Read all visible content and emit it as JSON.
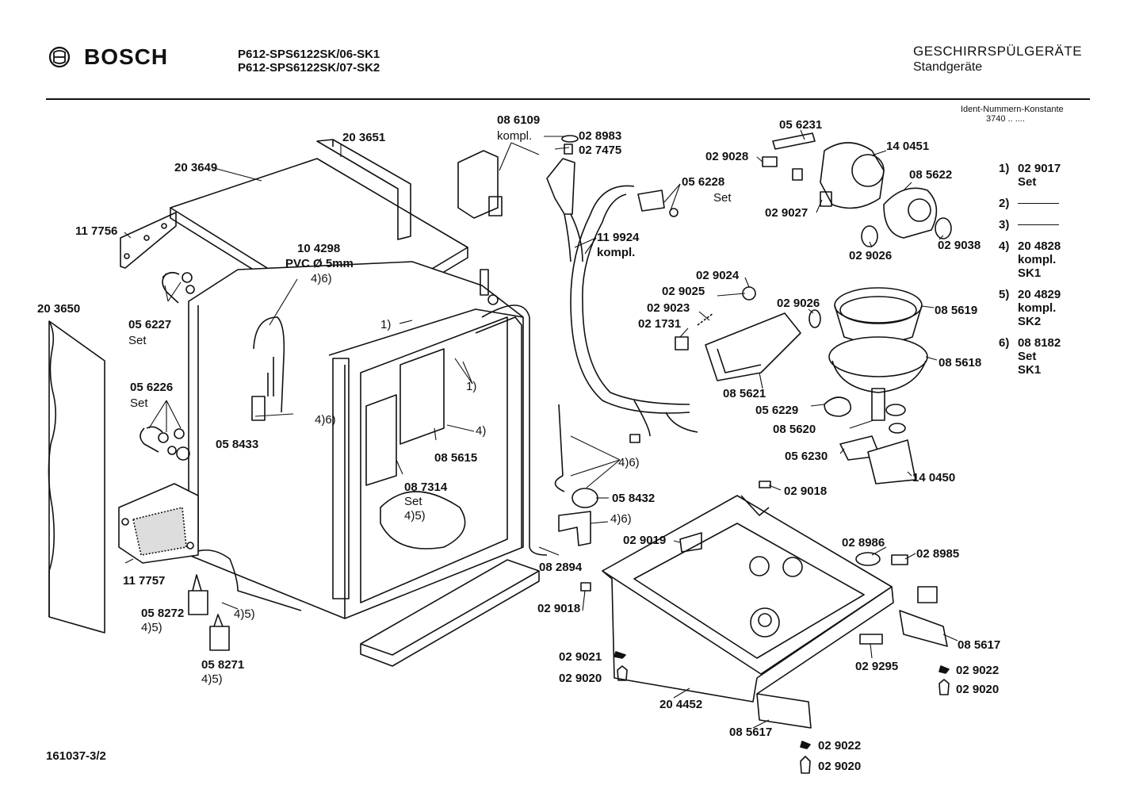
{
  "header": {
    "brand": "BOSCH",
    "models": [
      "P612-SPS6122SK/06-SK1",
      "P612-SPS6122SK/07-SK2"
    ],
    "category": "GESCHIRRSPÜLGERÄTE",
    "subcategory": "Standgeräte"
  },
  "ident": {
    "label": "Ident-Nummern-Konstante",
    "value": "3740 .. ...."
  },
  "footer": {
    "drawing_id": "161037-3/2"
  },
  "notes": [
    {
      "num": "1)",
      "lines": [
        "02 9017",
        "Set"
      ]
    },
    {
      "num": "2)",
      "lines": []
    },
    {
      "num": "3)",
      "lines": []
    },
    {
      "num": "4)",
      "lines": [
        "20 4828",
        "kompl.",
        "SK1"
      ]
    },
    {
      "num": "5)",
      "lines": [
        "20 4829",
        "kompl.",
        "SK2"
      ]
    },
    {
      "num": "6)",
      "lines": [
        "08 8182",
        "Set",
        "SK1"
      ]
    }
  ],
  "parts": {
    "p203651": "20 3651",
    "p203649": "20 3649",
    "p117756": "11 7756",
    "p104298": "10 4298",
    "pvc": "PVC Ø 5mm",
    "n46a": "4)6)",
    "p203650": "20 3650",
    "p056227": "05 6227",
    "set1": "Set",
    "p056226": "05 6226",
    "set2": "Set",
    "p058433": "05 8433",
    "n46b": "4)6)",
    "n1a": "1)",
    "n1b": "1)",
    "n4a": "4)",
    "p085615": "08 5615",
    "p087314": "08 7314",
    "set3": "Set",
    "n45a": "4)5)",
    "p117757": "11 7757",
    "p058272": "05 8272",
    "n45b": "4)5)",
    "n45c": "4)5)",
    "p058271": "05 8271",
    "n45d": "4)5)",
    "p086109": "08 6109",
    "kompl1": "kompl.",
    "p028983": "02 8983",
    "p027475": "02 7475",
    "p056228": "05 6228",
    "set4": "Set",
    "p119924": "11 9924",
    "kompl2": "kompl.",
    "p056231": "05 6231",
    "p029028": "02 9028",
    "p140451": "14 0451",
    "p085622": "08 5622",
    "p029027": "02 9027",
    "p029026a": "02 9026",
    "p029038": "02 9038",
    "p029024": "02 9024",
    "p029025": "02 9025",
    "p029023": "02 9023",
    "p021731": "02 1731",
    "p029026b": "02 9026",
    "p085619": "08 5619",
    "p085618": "08 5618",
    "p085621": "08 5621",
    "p056229": "05 6229",
    "p085620": "08 5620",
    "p056230": "05 6230",
    "p140450": "14 0450",
    "n46c": "4)6)",
    "p058432": "05 8432",
    "n46d": "4)6)",
    "p082894": "08 2894",
    "p029018a": "02 9018",
    "p029019": "02 9019",
    "p028986": "02 8986",
    "p028985": "02 8985",
    "p029018b": "02 9018",
    "p085617a": "08 5617",
    "p029021": "02 9021",
    "p029020a": "02 9020",
    "p029295": "02 9295",
    "p029022a": "02 9022",
    "p029020b": "02 9020",
    "p204452": "20 4452",
    "p085617b": "08 5617",
    "p029022b": "02 9022",
    "p029020c": "02 9020"
  }
}
